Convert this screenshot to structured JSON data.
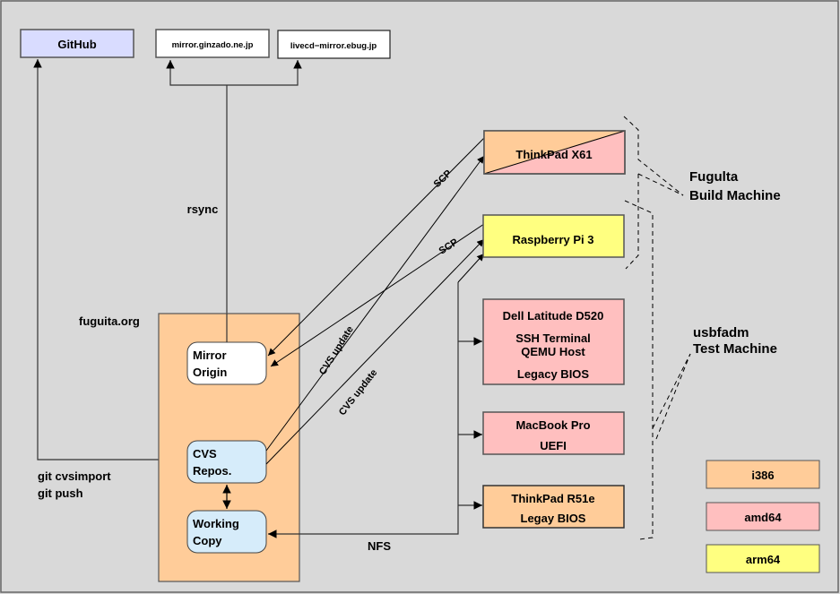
{
  "colors": {
    "background": "#d9d9d9",
    "github": "#d9dcff",
    "white": "#ffffff",
    "i386": "#ffcc99",
    "amd64": "#ffbfbf",
    "arm64": "#ffff80",
    "repo": "#d6ecfa",
    "stroke": "#000000"
  },
  "top_nodes": {
    "github": "GitHub",
    "mirror1": "mirror.ginzado.ne.jp",
    "mirror2": "livecd−mirror.ebug.jp"
  },
  "server": {
    "title": "fuguita.org",
    "mirror_origin": [
      "Mirror",
      "Origin"
    ],
    "cvs_repos": [
      "CVS",
      "Repos."
    ],
    "working_copy": [
      "Working",
      "Copy"
    ]
  },
  "edge_labels": {
    "rsync": "rsync",
    "scp1": "SCP",
    "scp2": "SCP",
    "cvs_update1": "CVS update",
    "cvs_update2": "CVS update",
    "nfs": "NFS",
    "git": [
      "git cvsimport",
      "git push"
    ]
  },
  "machines": {
    "thinkpad_x61": "ThinkPad X61",
    "raspberry_pi": "Raspberry Pi 3",
    "dell": [
      "Dell Latitude D520",
      "SSH Terminal",
      "QEMU Host",
      "Legacy BIOS"
    ],
    "macbook": [
      "MacBook Pro",
      "UEFI"
    ],
    "thinkpad_r51e": [
      "ThinkPad R51e",
      "Legay BIOS"
    ]
  },
  "groups": {
    "build": [
      "Fugulta",
      "Build Machine"
    ],
    "test": [
      "usbfadm",
      "Test Machine"
    ]
  },
  "legend": [
    {
      "label": "i386",
      "color": "#ffcc99"
    },
    {
      "label": "amd64",
      "color": "#ffbfbf"
    },
    {
      "label": "arm64",
      "color": "#ffff80"
    }
  ]
}
